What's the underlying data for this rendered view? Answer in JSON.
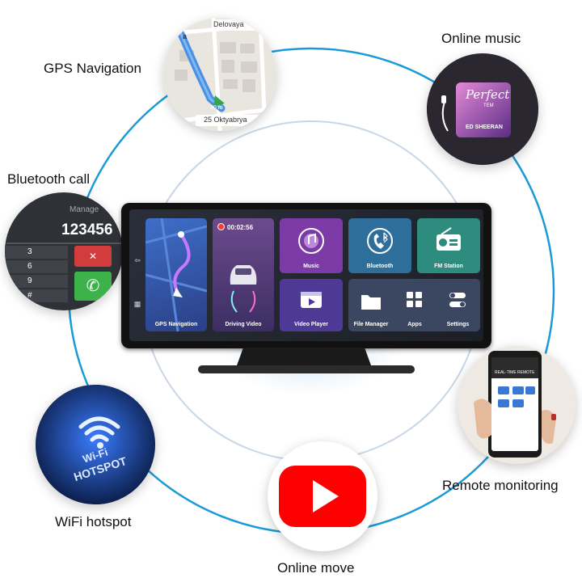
{
  "features": {
    "gps": "GPS Navigation",
    "music": "Online music",
    "bluetooth": "Bluetooth call",
    "remote": "Remote monitoring",
    "wifi": "WiFi hotspot",
    "movie": "Online move"
  },
  "map": {
    "street_top": "Delovaya",
    "street_bottom": "25 Oktyabrya",
    "distance": "30 m",
    "street_side": "a"
  },
  "album": {
    "title": "Perfect",
    "subtitle": "TEM",
    "artist": "ED SHEERAN"
  },
  "phone": {
    "manage": "Manage",
    "number": "123456",
    "keys": [
      "3",
      "6",
      "9",
      "#"
    ]
  },
  "wifi_badge": {
    "line1": "Wi-Fi",
    "line2": "HOTSPOT"
  },
  "remote_phone": {
    "header": "REAL-TIME REMOTE"
  },
  "screen": {
    "timer": "00:02:56",
    "tiles": {
      "gps": "GPS Navigation",
      "driving": "Driving Video",
      "music": "Music",
      "bluetooth": "Bluetooth",
      "fm": "FM Station",
      "video": "Video Player",
      "file": "File Manager",
      "apps": "Apps",
      "settings": "Settings"
    }
  },
  "colors": {
    "ring": "#1a9bd7",
    "ring_inner": "#c8d7e8",
    "youtube_red": "#ff0000",
    "record_red": "#ff3b30"
  }
}
